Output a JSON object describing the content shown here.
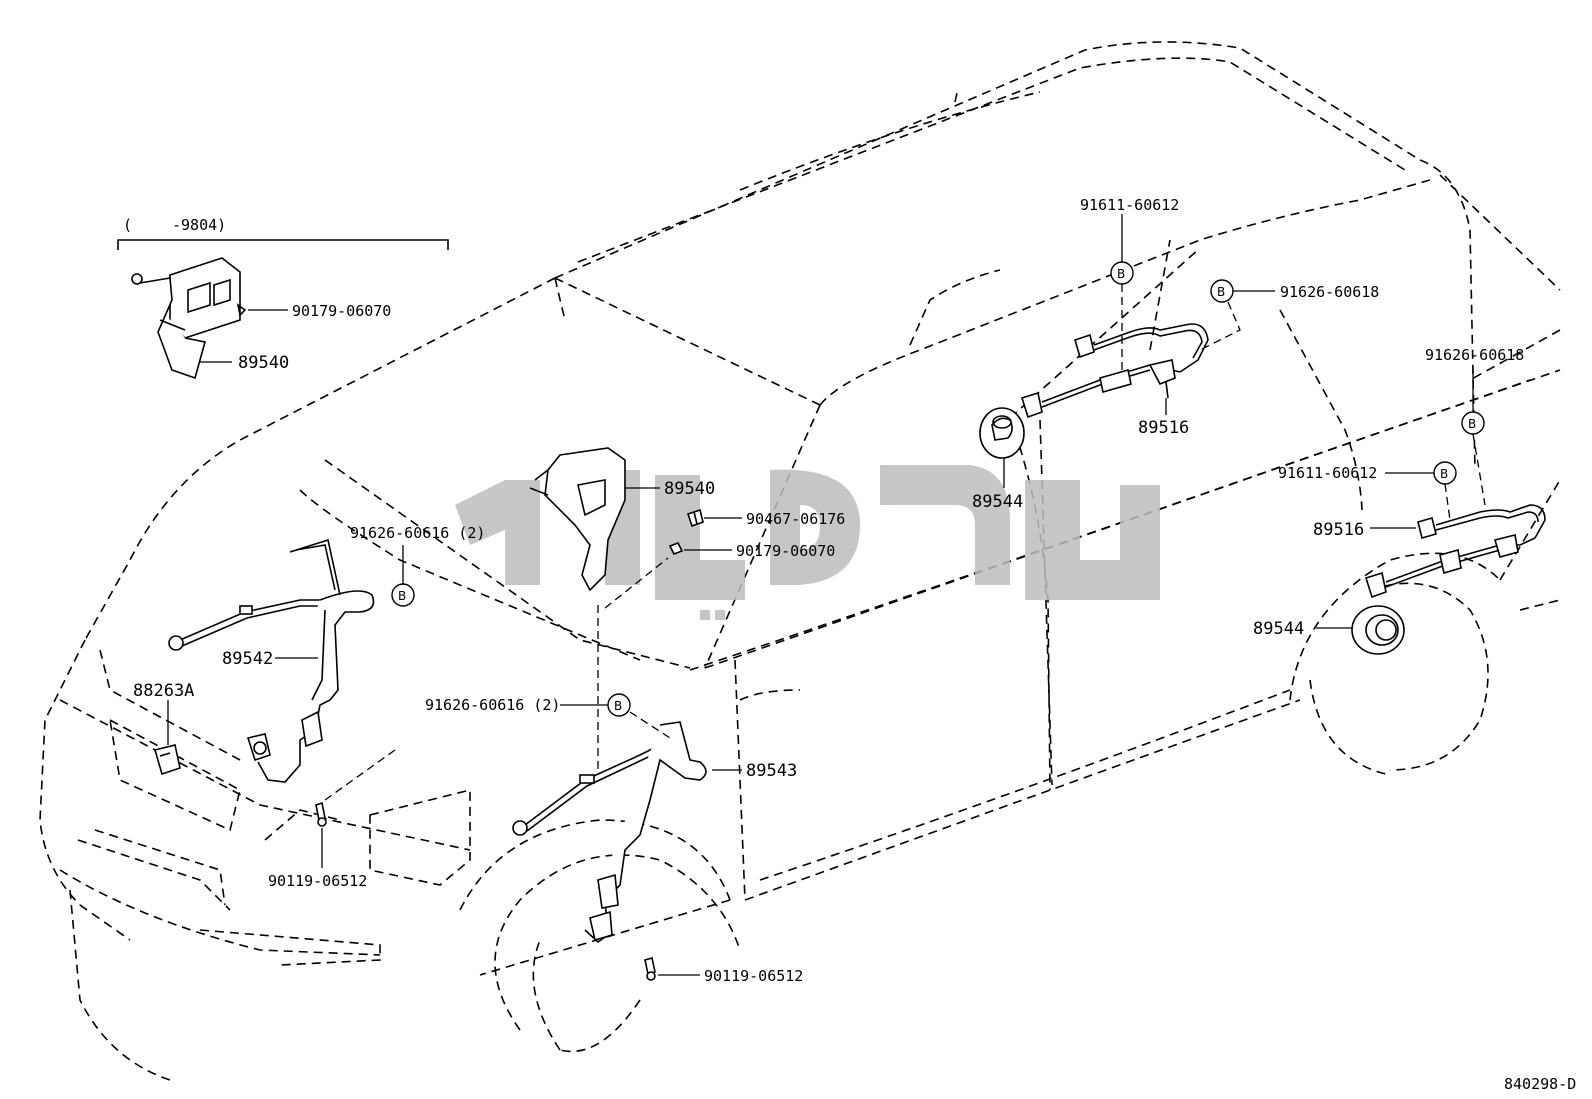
{
  "diagram_id": "840298-D",
  "inset": {
    "date_range_open": "(",
    "date_range_end": "-9804)"
  },
  "callouts": {
    "c_90179_a": "90179-06070",
    "c_89540_a": "89540",
    "c_89540_b": "89540",
    "c_90467": "90467-06176",
    "c_90179_b": "90179-06070",
    "c_91626_616_a": "91626-60616 (2)",
    "c_89542": "89542",
    "c_88263A": "88263A",
    "c_91626_616_b": "91626-60616 (2)",
    "c_89543": "89543",
    "c_90119_a": "90119-06512",
    "c_90119_b": "90119-06512",
    "c_91611_a": "91611-60612",
    "c_91626_618_a": "91626-60618",
    "c_89516_a": "89516",
    "c_89544_a": "89544",
    "c_91626_618_b": "91626-60618",
    "c_91611_b": "91611-60612",
    "c_89516_b": "89516",
    "c_89544_b": "89544"
  },
  "markers": {
    "b": "B"
  },
  "colors": {
    "line": "#000000",
    "background": "#ffffff",
    "watermark": "#bdbdbd"
  }
}
